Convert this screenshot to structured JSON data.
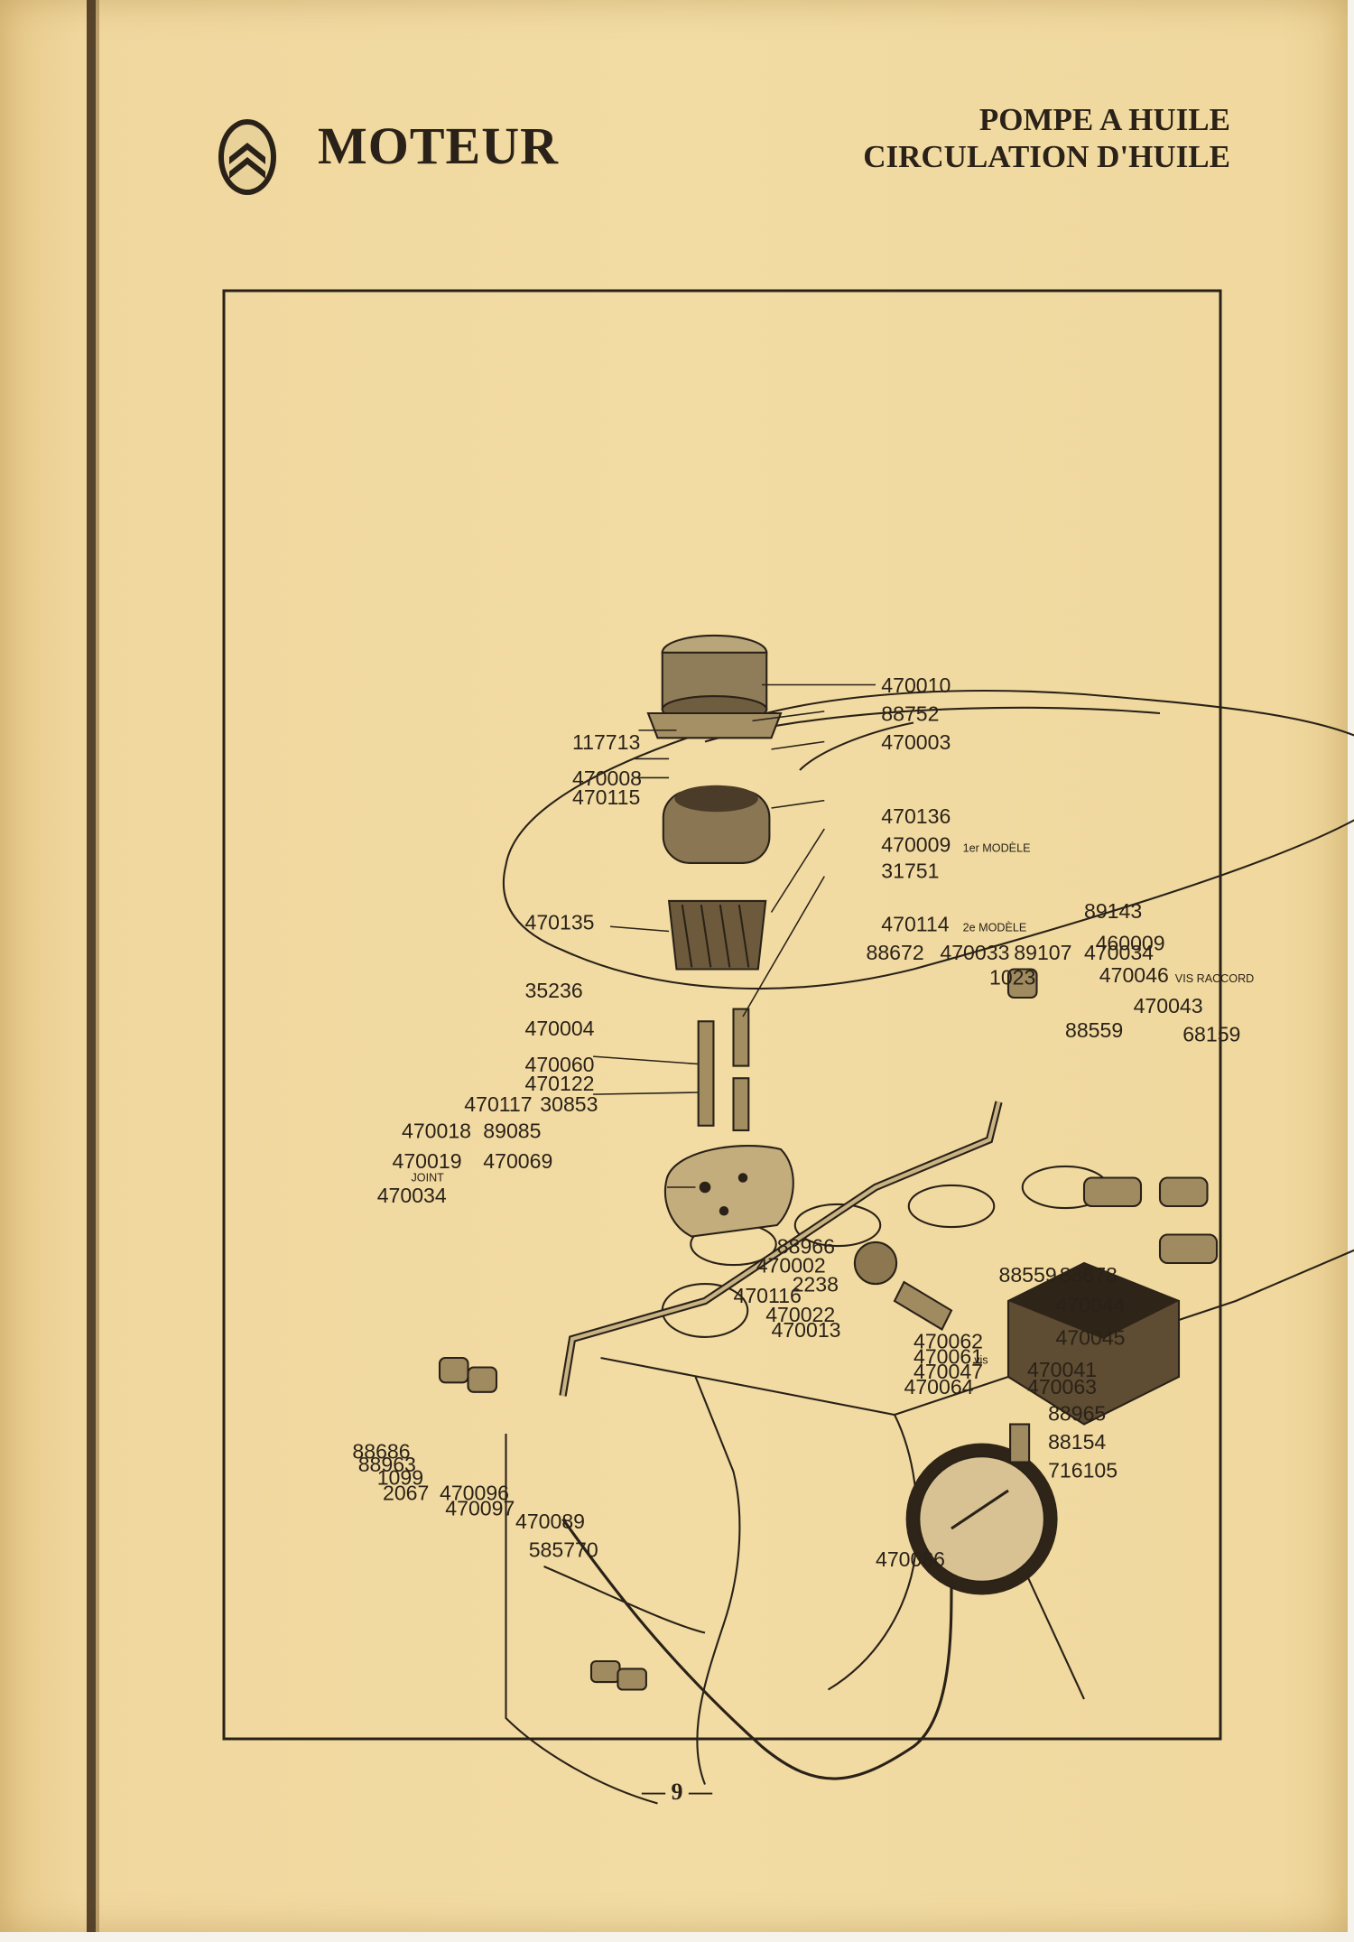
{
  "header": {
    "brand": "MOTEUR",
    "title_line1": "POMPE A HUILE",
    "title_line2": "CIRCULATION D'HUILE"
  },
  "diagram": {
    "labels": {
      "p470010": "470010",
      "p88752": "88752",
      "p117713": "117713",
      "p470003": "470003",
      "p470008": "470008",
      "p470115": "470115",
      "p470136": "470136",
      "p470009": "470009",
      "p470009_note": "1er MODÈLE",
      "p31751": "31751",
      "p470135": "470135",
      "p470114": "470114",
      "p470114_note": "2e MODÈLE",
      "p89143": "89143",
      "p460009": "460009",
      "p88672": "88672",
      "p470033": "470033",
      "p89107": "89107",
      "p470034a": "470034",
      "p470046": "470046",
      "p470046_note": "VIS RACCORD",
      "p35236": "35236",
      "p1023": "1023",
      "p470043": "470043",
      "p470004": "470004",
      "p88559a": "88559",
      "p68159": "68159",
      "p470060": "470060",
      "p470122": "470122",
      "p470117": "470117",
      "p30853": "30853",
      "p470018": "470018",
      "p89085": "89085",
      "p470019": "470019",
      "p470019_note": "JOINT",
      "p470069": "470069",
      "p470034b": "470034",
      "p88966": "88966",
      "p470002": "470002",
      "p2238": "2238",
      "p470116": "470116",
      "p470022": "470022",
      "p470013": "470013",
      "p88559b": "88559",
      "p88678": "88678",
      "p470044": "470044",
      "p470045": "470045",
      "p470062": "470062",
      "p470061": "470061",
      "p470061_note": "vis",
      "p470047": "470047",
      "p470064": "470064",
      "p470041": "470041",
      "p470063": "470063",
      "p88965": "88965",
      "p88154": "88154",
      "p716105": "716105",
      "p88686": "88686",
      "p88963": "88963",
      "p1099": "1099",
      "p2067": "2067",
      "p470096": "470096",
      "p470097": "470097",
      "p470089": "470089",
      "p585770": "585770",
      "p470086": "470086"
    }
  },
  "footer": {
    "page_number": "— 9 —"
  },
  "colors": {
    "paper": "#f2dca4",
    "ink": "#2a2218"
  }
}
